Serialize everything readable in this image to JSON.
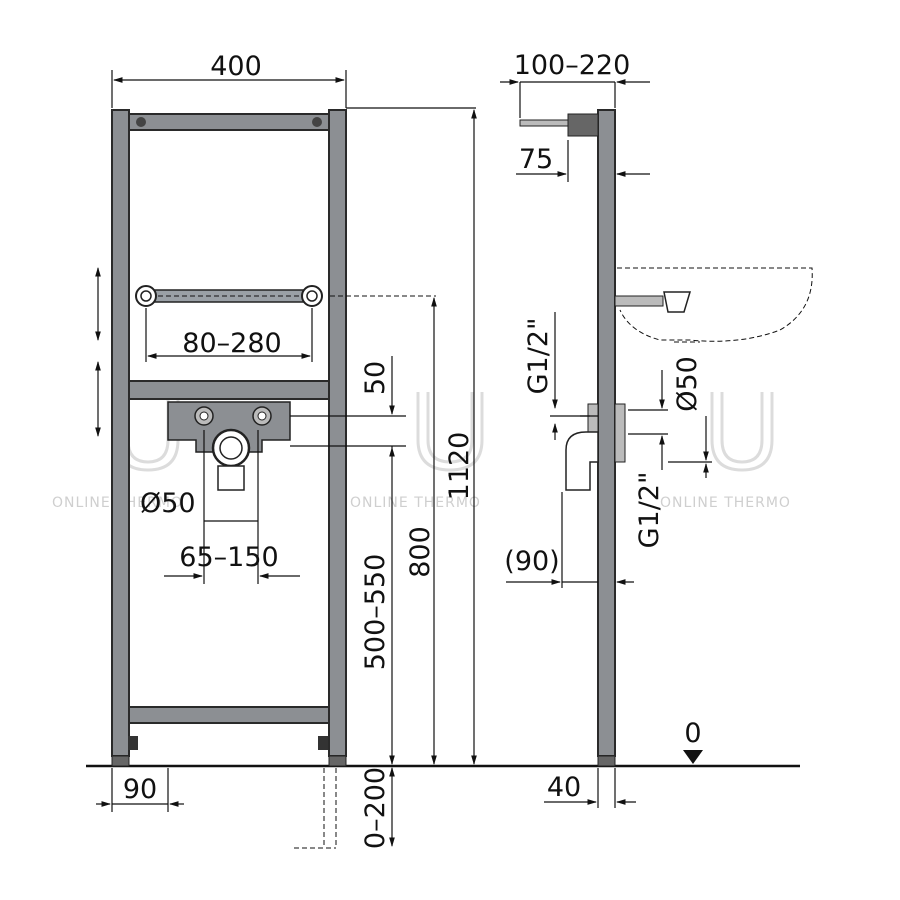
{
  "dimensions": {
    "frame_width": "400",
    "pipe_spacing": "80–280",
    "waste_spacing": "65–150",
    "waste_diameter": "Ø50",
    "offset_50": "50",
    "height_1120": "1120",
    "height_800": "800",
    "height_500_550": "500–550",
    "foot_90": "90",
    "adjust_0_200": "0–200",
    "depth_100_220": "100–220",
    "depth_75": "75",
    "thread_top": "G1/2\"",
    "thread_bottom": "G1/2\"",
    "side_diameter": "Ø50",
    "offset_90": "(90)",
    "depth_40": "40",
    "floor_level": "0"
  },
  "watermark": {
    "text": "ONLINE THERMO"
  },
  "colors": {
    "frame": "#8c8f93",
    "outline": "#2a2a2a",
    "watermark": "#cfcfcf"
  }
}
